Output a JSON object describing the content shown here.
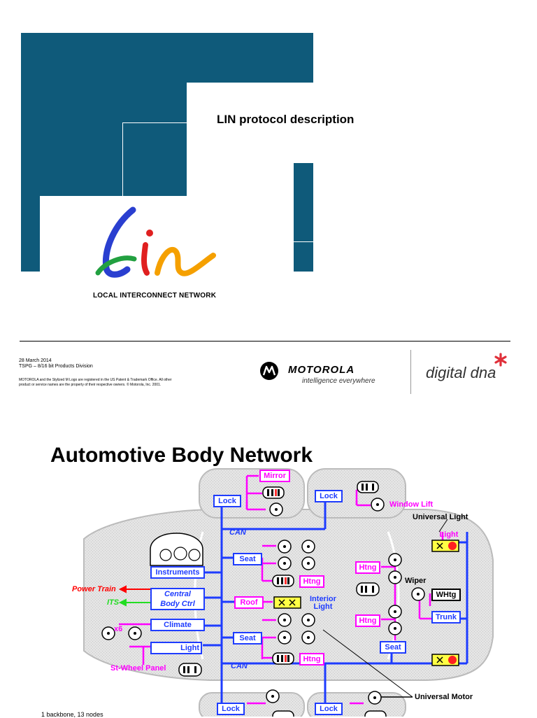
{
  "slide1": {
    "title": "LIN protocol description",
    "logo_caption": "LOCAL INTERCONNECT NETWORK",
    "date": "28 March 2014",
    "division": "TSPG – 8/16 bit Products Division",
    "legal_line1": "MOTOROLA and the Stylized M Logo are registered in the US Patent & Trademark Office. All other",
    "legal_line2": "product or service names are the property of their respective owners.  © Motorola, Inc. 2001.",
    "motorola_word": "MOTOROLA",
    "motorola_tagline": "intelligence everywhere",
    "digitaldna": "digital dna",
    "colors": {
      "navy": "#0f5a7a",
      "lin_blue": "#2a3fd0",
      "lin_green": "#22a040",
      "lin_red": "#e02020",
      "lin_orange": "#f5a000",
      "dna_red": "#e0303a"
    }
  },
  "slide2": {
    "heading": "Automotive Body Network",
    "labels": {
      "mirror": "Mirror",
      "lock": "Lock",
      "window_lift": "Window Lift",
      "universal_light": "Universal Light",
      "light": "Light",
      "can": "CAN",
      "seat": "Seat",
      "htng": "Htng",
      "instruments": "Instruments",
      "power_train": "Power Train",
      "its": "ITS",
      "central_body_ctrl_1": "Central",
      "central_body_ctrl_2": "Body Ctrl",
      "roof": "Roof",
      "interior_light_1": "Interior",
      "interior_light_2": "Light",
      "wiper": "Wiper",
      "whtg": "WHtg",
      "trunk": "Trunk",
      "climate": "Climate",
      "x6": "x6",
      "st_wheel_panel": "St-Wheel Panel",
      "universal_motor": "Universal Motor"
    },
    "footnote": "1 backbone, 13 nodes",
    "colors": {
      "can_bus": "#1e3cff",
      "lin_bus": "#ff00ff",
      "power_train": "#ff0000",
      "its": "#22dd22"
    }
  }
}
